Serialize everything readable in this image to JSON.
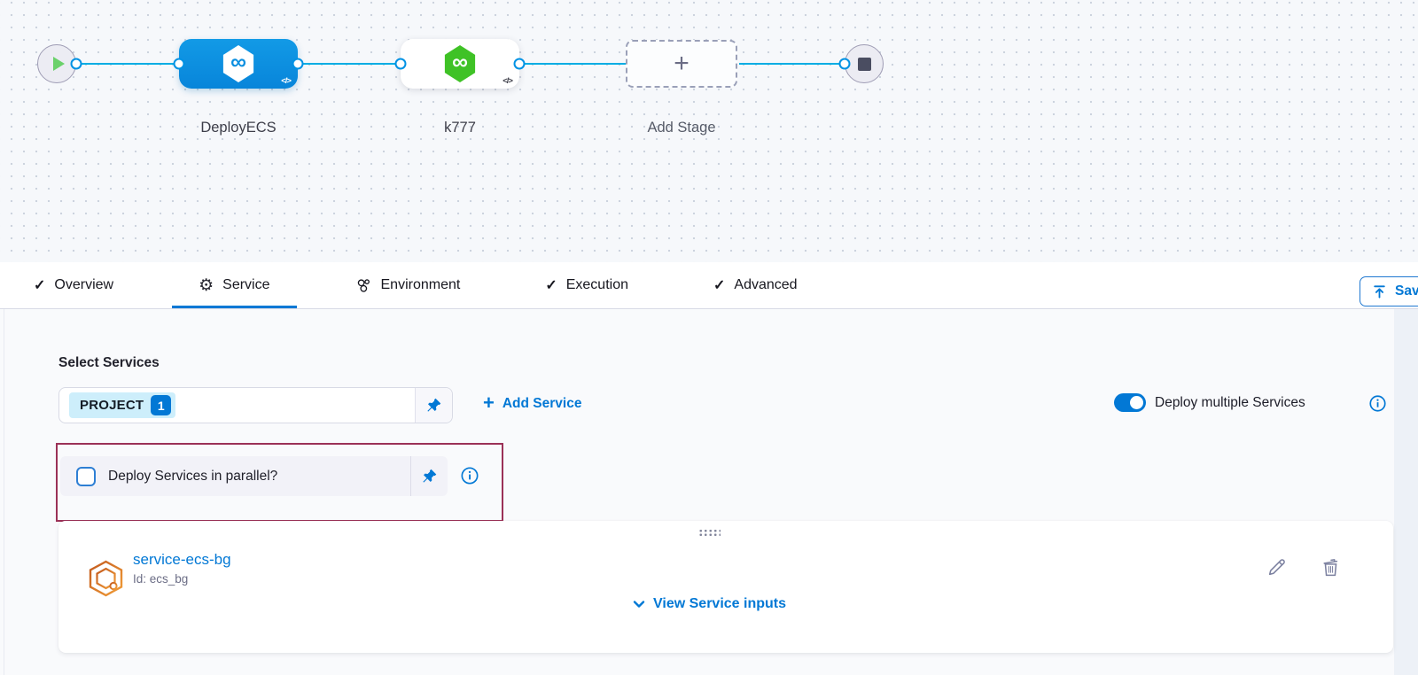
{
  "canvas": {
    "stages": [
      {
        "name": "DeployECS"
      },
      {
        "name": "k777"
      },
      {
        "name": "Add Stage"
      }
    ],
    "code_badge": "</>"
  },
  "tabs": {
    "items": [
      {
        "label": "Overview"
      },
      {
        "label": "Service"
      },
      {
        "label": "Environment"
      },
      {
        "label": "Execution"
      },
      {
        "label": "Advanced"
      }
    ],
    "active": "Service",
    "save_label": "Save"
  },
  "service_tab": {
    "select_services_label": "Select Services",
    "services_input": {
      "chip_text": "PROJECT",
      "chip_count": "1"
    },
    "add_service_label": "Add Service",
    "deploy_multiple_label": "Deploy multiple Services",
    "deploy_multiple_on": true,
    "parallel_label": "Deploy Services in parallel?",
    "parallel_checked": false
  },
  "service_card": {
    "name": "service-ecs-bg",
    "id_text": "Id: ecs_bg",
    "view_inputs_label": "View Service inputs"
  },
  "colors": {
    "accent_blue": "#0278d5",
    "stage_blue": "#0b8fe0",
    "connector_blue": "#00ade4",
    "hex_green": "#3fc226",
    "play_green": "#6bd16b",
    "highlight_maroon": "#9b3157",
    "ecs_orange": "#dd7327"
  }
}
